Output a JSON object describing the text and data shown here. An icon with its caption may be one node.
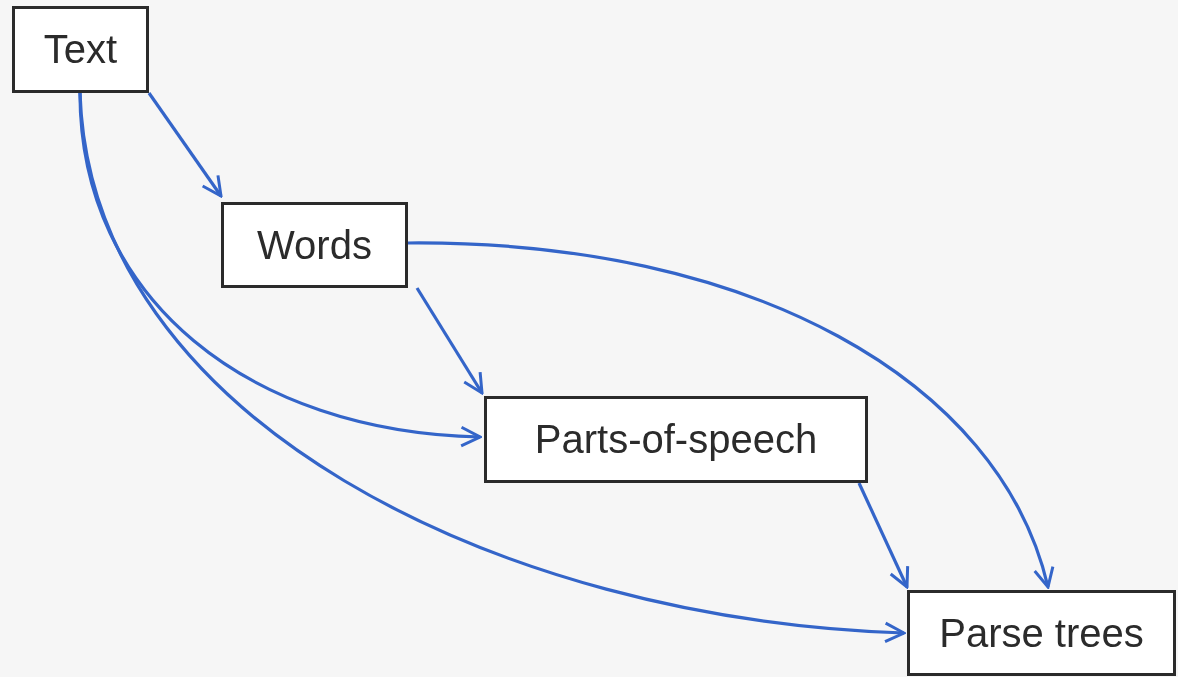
{
  "diagram": {
    "nodes": [
      {
        "text": [
          "Text"
        ]
      },
      {
        "text": [
          "Words"
        ]
      },
      {
        "text": [
          "Parts-of-speech"
        ]
      },
      {
        "text": [
          "Parse trees"
        ]
      }
    ],
    "edges": [
      {
        "from": 0,
        "to": 1,
        "arrow": "to"
      },
      {
        "from": 1,
        "to": 2,
        "arrow": "to"
      },
      {
        "from": 2,
        "to": 3,
        "arrow": "to"
      },
      {
        "from": 1,
        "to": 3,
        "arrow": "to"
      },
      {
        "from": 0,
        "to": 2,
        "arrow": "to"
      },
      {
        "from": 0,
        "to": 3,
        "arrow": "to"
      }
    ]
  }
}
